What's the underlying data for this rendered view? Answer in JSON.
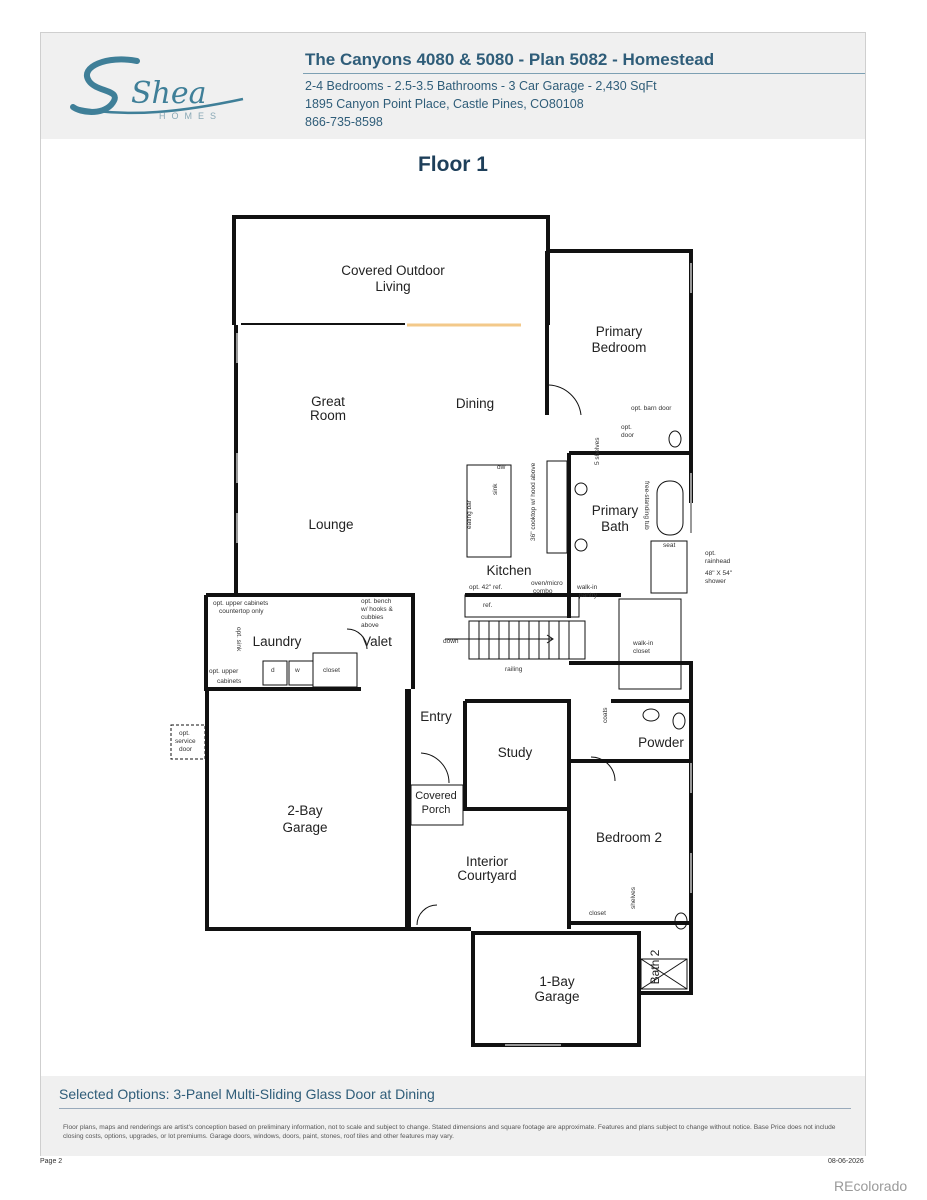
{
  "header": {
    "brand_script": "Shea",
    "brand_sub": "HOMES",
    "title": "The Canyons 4080 & 5080 - Plan 5082 - Homestead",
    "specs": "2-4 Bedrooms - 2.5-3.5 Bathrooms - 3 Car Garage - 2,430 SqFt",
    "address": "1895 Canyon Point Place, Castle Pines, CO80108",
    "phone": "866-735-8598"
  },
  "floor_title": "Floor 1",
  "rooms": {
    "covered_outdoor_1": "Covered Outdoor",
    "covered_outdoor_2": "Living",
    "primary_bedroom_1": "Primary",
    "primary_bedroom_2": "Bedroom",
    "great_room_1": "Great",
    "great_room_2": "Room",
    "dining": "Dining",
    "lounge": "Lounge",
    "primary_bath_1": "Primary",
    "primary_bath_2": "Bath",
    "kitchen": "Kitchen",
    "laundry": "Laundry",
    "valet": "Valet",
    "entry": "Entry",
    "study": "Study",
    "powder": "Powder",
    "covered_porch_1": "Covered",
    "covered_porch_2": "Porch",
    "garage2_1": "2-Bay",
    "garage2_2": "Garage",
    "bedroom2": "Bedroom 2",
    "courtyard_1": "Interior",
    "courtyard_2": "Courtyard",
    "bath2": "Bath 2",
    "garage1_1": "1-Bay",
    "garage1_2": "Garage"
  },
  "notes": {
    "barn_door": "opt. barn door",
    "opt_door_1": "opt.",
    "opt_door_2": "door",
    "shelves": "5 shelves",
    "freestanding_tub": "free-standing tub",
    "eating_bar": "eating bar",
    "dw": "dw",
    "sink": "sink",
    "cooktop": "36\" cooktop w/ hood above",
    "seat": "seat",
    "rainhead_1": "opt.",
    "rainhead_2": "rainhead",
    "shower_1": "48\" X 54\"",
    "shower_2": "shower",
    "ref_42": "opt. 42\" ref.",
    "oven_1": "oven/micro",
    "oven_2": "combo",
    "walkin_pantry_1": "walk-in",
    "walkin_pantry_2": "pantry",
    "ref": "ref.",
    "upper_cab_1": "opt. upper cabinets",
    "upper_cab_2": "countertop only",
    "bench_1": "opt. bench",
    "bench_2": "w/ hooks &",
    "bench_3": "cubbies",
    "bench_4": "above",
    "opt_sink": "opt. sink",
    "down": "down",
    "walkin_closet_1": "walk-in",
    "walkin_closet_2": "closet",
    "closet": "closet",
    "upper_cab2_1": "opt. upper",
    "upper_cab2_2": "cabinets",
    "d": "d",
    "w": "w",
    "railing": "railing",
    "coats": "coats",
    "service_1": "opt.",
    "service_2": "service",
    "service_3": "door",
    "closet2": "closet",
    "shelves2": "shelves"
  },
  "selected_options": "Selected Options: 3-Panel Multi-Sliding Glass Door at Dining",
  "disclaimer": "Floor plans, maps and renderings are artist's conception based on preliminary information, not to scale and subject to change. Stated dimensions and square footage are approximate. Features and plans subject to change without notice. Base Price does not include closing costs, options, upgrades, or lot premiums. Garage doors, windows, doors, paint, stones, roof tiles and other features may vary.",
  "page_number": "Page 2",
  "date": "08-06-2026",
  "watermark": "REcolorado",
  "colors": {
    "brand_blue": "#2f5d79",
    "title_navy": "#1e3f5a",
    "band_gray": "#f0f0f0",
    "slider_door": "#f3c98a"
  }
}
